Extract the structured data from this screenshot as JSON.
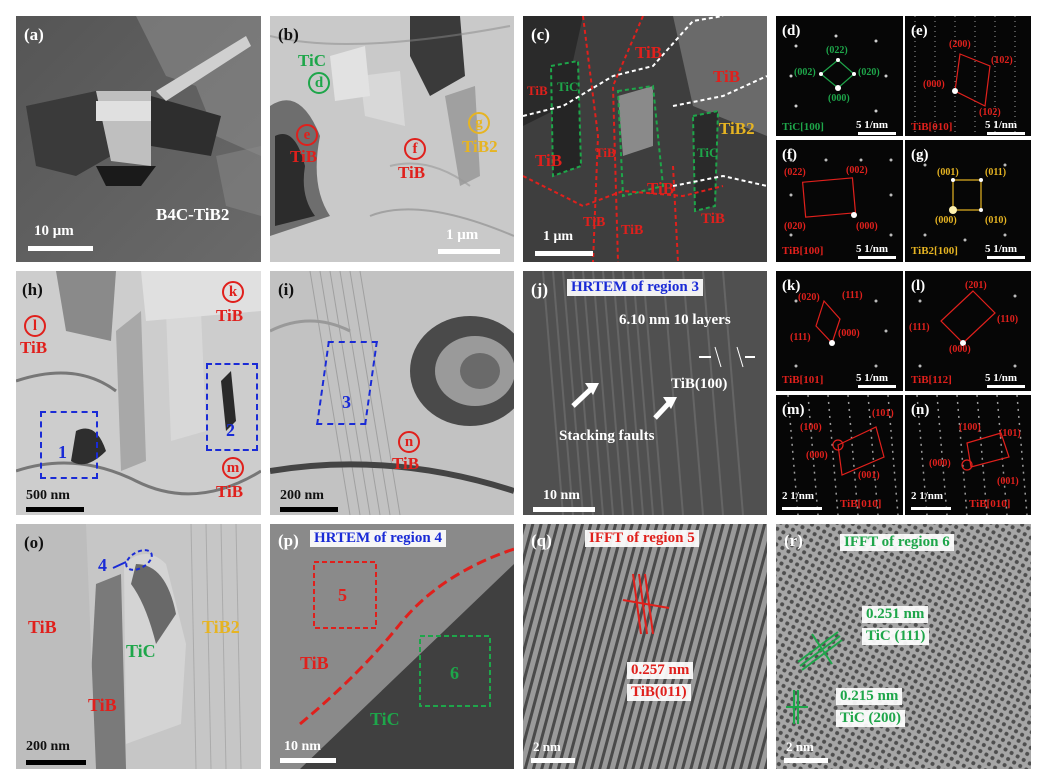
{
  "panels": {
    "a": {
      "label": "(a)",
      "material": "B4C-TiB2",
      "scale": "10 μm"
    },
    "b": {
      "label": "(b)",
      "scale": "1 μm",
      "phases": [
        {
          "name": "TiC",
          "spot": "d"
        },
        {
          "name": "TiB",
          "spot": "e"
        },
        {
          "name": "TiB",
          "spot": "f"
        },
        {
          "name": "TiB2",
          "spot": "g"
        }
      ]
    },
    "c": {
      "label": "(c)",
      "scale": "1 μm",
      "phases": [
        "TiB",
        "TiB",
        "TiB",
        "TiB",
        "TiB",
        "TiB",
        "TiB",
        "TiB",
        "TiB",
        "TiB2",
        "TiC",
        "TiC"
      ]
    },
    "d": {
      "label": "(d)",
      "spots": [
        "(022)",
        "(002)",
        "(020)",
        "(000)"
      ],
      "zone": "TiC[100]",
      "scale": "5 1/nm"
    },
    "e": {
      "label": "(e)",
      "spots": [
        "(200)",
        "(102)",
        "(000)",
        "(102)"
      ],
      "zone": "TiB[010]",
      "scale": "5 1/nm"
    },
    "f": {
      "label": "(f)",
      "spots": [
        "(022)",
        "(002)",
        "(020)",
        "(000)"
      ],
      "zone": "TiB[100]",
      "scale": "5 1/nm"
    },
    "g": {
      "label": "(g)",
      "spots": [
        "(001)",
        "(011)",
        "(000)",
        "(010)"
      ],
      "zone": "TiB2[100]",
      "scale": "5 1/nm"
    },
    "h": {
      "label": "(h)",
      "scale": "500 nm",
      "regions": [
        "1",
        "2"
      ],
      "phases": [
        {
          "name": "TiB",
          "spot": "l"
        },
        {
          "name": "TiB",
          "spot": "k"
        },
        {
          "name": "TiB",
          "spot": "m"
        }
      ]
    },
    "i": {
      "label": "(i)",
      "scale": "200 nm",
      "regions": [
        "3"
      ],
      "phases": [
        {
          "name": "TiB",
          "spot": "n"
        }
      ]
    },
    "j": {
      "label": "(j)",
      "title": "HRTEM of region 3",
      "measure": "6.10 nm 10 layers",
      "plane": "TiB(100)",
      "note": "Stacking faults",
      "scale": "10 nm"
    },
    "k": {
      "label": "(k)",
      "spots": [
        "(020)",
        "(111)",
        "(111)",
        "(000)"
      ],
      "zone": "TiB[101]",
      "scale": "5 1/nm"
    },
    "l": {
      "label": "(l)",
      "spots": [
        "(201)",
        "(111)",
        "(110)",
        "(000)"
      ],
      "zone": "TiB[112]",
      "scale": "5 1/nm"
    },
    "m": {
      "label": "(m)",
      "spots": [
        "(101)",
        "(100)",
        "(000)",
        "(001)"
      ],
      "zone": "TiB[010]",
      "scale": "2 1/nm"
    },
    "n": {
      "label": "(n)",
      "spots": [
        "(100)",
        "(101)",
        "(000)",
        "(001)"
      ],
      "zone": "TiB[010]",
      "scale": "2 1/nm"
    },
    "o": {
      "label": "(o)",
      "scale": "200 nm",
      "regions": [
        "4"
      ],
      "phases": [
        "TiB",
        "TiC",
        "TiB2",
        "TiB"
      ]
    },
    "p": {
      "label": "(p)",
      "title": "HRTEM of region 4",
      "regions": [
        "5",
        "6"
      ],
      "phases": [
        "TiB",
        "TiC"
      ],
      "scale": "10 nm"
    },
    "q": {
      "label": "(q)",
      "title": "IFFT of region 5",
      "d_spacing": "0.257 nm",
      "plane": "TiB(011)",
      "scale": "2 nm"
    },
    "r": {
      "label": "(r)",
      "title": "IFFT of region 6",
      "d1": "0.251 nm",
      "plane1": "TiC (111)",
      "d2": "0.215 nm",
      "plane2": "TiC (200)",
      "scale": "2 nm"
    }
  },
  "colors": {
    "TiB": "#e0201c",
    "TiC": "#1ea64a",
    "TiB2": "#e6b422",
    "region": "#1a2bd6"
  }
}
